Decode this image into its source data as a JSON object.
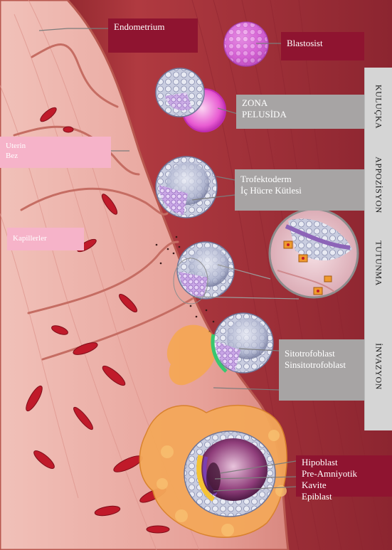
{
  "labels": {
    "endometrium": "Endometrium",
    "blastosist": "Blastosist",
    "zona_line1": "ZONA",
    "zona_line2": "PELUSİDA",
    "uterin_line1": "Uterin",
    "uterin_line2": "Bez",
    "kapillerler": "Kapillerler",
    "trofektoderm": "Trofektoderm",
    "ic_hucre": "İç Hücre Kütlesi",
    "sitotrofoblast": "Sitotrofoblast",
    "sinsitotrofoblast": "Sinsitotrofoblast",
    "hipoblast": "Hipoblast",
    "pre_amniyotik": "Pre-Amniyotik",
    "kavite": "Kavite",
    "epiblast": "Epiblast"
  },
  "stages": {
    "kulucka": "KULUÇKA",
    "appozisyon": "APPOZİSYON",
    "tutunma": "TUTUNMA",
    "invazyon": "İNVAZYON"
  },
  "colors": {
    "endometrium_tissue": "#e9a9a2",
    "uterine_cavity": "#a8323a",
    "capillary": "#c01a2a",
    "label_maroon": "#8f1430",
    "label_pink": "#f6b3c9",
    "label_grey": "#a7a4a4",
    "stage_panel": "#d5d5d5",
    "trophoblast_orange": "#f2a04a",
    "zona_magenta": "#e040c8"
  }
}
